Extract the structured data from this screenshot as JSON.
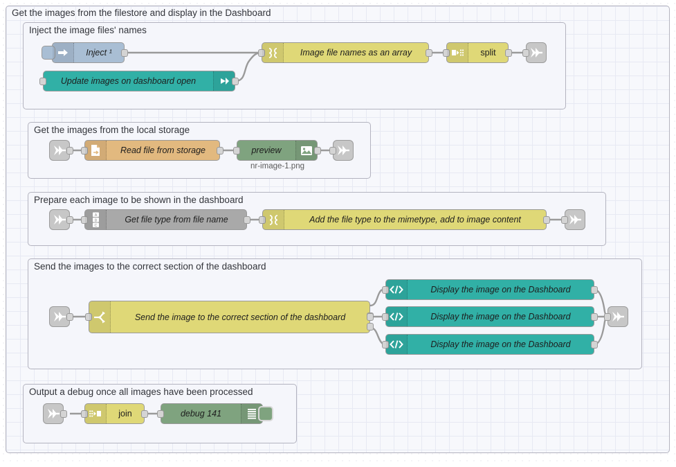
{
  "editor": {
    "canvas_name": "node-red-flow-canvas"
  },
  "groups": [
    {
      "id": "outer",
      "label": "Get the images from the filestore and display in the Dashboard"
    },
    {
      "id": "inject",
      "label": "Inject the image files' names"
    },
    {
      "id": "storage",
      "label": "Get the images from the local storage"
    },
    {
      "id": "prepare",
      "label": "Prepare each image to be shown in the dashboard"
    },
    {
      "id": "send",
      "label": "Send the images to the correct section of the dashboard"
    },
    {
      "id": "debug",
      "label": "Output a debug once all images have been processed"
    }
  ],
  "nodes": {
    "inject": {
      "label": "Inject ¹",
      "icon": "inject-arrow-icon",
      "color": "#a9bed4"
    },
    "dashboard_open": {
      "label": "Update images on dashboard open",
      "icon": "event-arrow-icon",
      "color": "#31b0a6"
    },
    "file_names": {
      "label": "Image file names as an array",
      "icon": "function-icon",
      "color": "#dfd877"
    },
    "split": {
      "label": "split",
      "icon": "split-icon",
      "color": "#dfd877"
    },
    "read_file": {
      "label": "Read file from storage",
      "icon": "file-in-icon",
      "color": "#e2b97f"
    },
    "preview": {
      "label": "preview",
      "icon": "image-icon",
      "color": "#7fa37f",
      "sublabel": "nr-image-1.png"
    },
    "get_file_type": {
      "label": "Get file type from file name",
      "icon": "abc-switch-icon",
      "color": "#a9a9a9"
    },
    "add_mimetype": {
      "label": "Add the file type to the mimetype, add to image content",
      "icon": "function-icon",
      "color": "#dfd877"
    },
    "switch_section": {
      "label": "Send the image to the correct section of the dashboard",
      "icon": "switch-icon",
      "color": "#dfd877"
    },
    "display_1": {
      "label": "Display the image on the Dashboard",
      "icon": "template-code-icon",
      "color": "#31b0a6"
    },
    "display_2": {
      "label": "Display the image on the Dashboard",
      "icon": "template-code-icon",
      "color": "#31b0a6"
    },
    "display_3": {
      "label": "Display the image on the Dashboard",
      "icon": "template-code-icon",
      "color": "#31b0a6"
    },
    "join": {
      "label": "join",
      "icon": "join-icon",
      "color": "#dfd877"
    },
    "debug_141": {
      "label": "debug 141",
      "icon": "debug-lines-icon",
      "color": "#7fa37f"
    }
  },
  "link_nodes": {
    "link_out_1": {
      "icon": "link-out-icon"
    },
    "link_in_2": {
      "icon": "link-in-icon"
    },
    "link_out_2": {
      "icon": "link-out-icon"
    },
    "link_in_3": {
      "icon": "link-in-icon"
    },
    "link_out_3": {
      "icon": "link-out-icon"
    },
    "link_in_4": {
      "icon": "link-in-icon"
    },
    "link_out_4": {
      "icon": "link-out-icon"
    },
    "link_in_5": {
      "icon": "link-in-icon"
    }
  },
  "colors": {
    "canvas": "#ffffff",
    "group_fill": "#f7f8fc",
    "group_border": "#b3b3bf",
    "grid_line": "#e7e9f3",
    "wire": "#9a9a9a",
    "port": "#d4d4d4",
    "yellow": "#dfd877",
    "teal": "#31b0a6",
    "grey": "#a9a9a9",
    "green": "#7fa37f",
    "orange": "#e2b97f",
    "bluegrey": "#a9bed4"
  }
}
